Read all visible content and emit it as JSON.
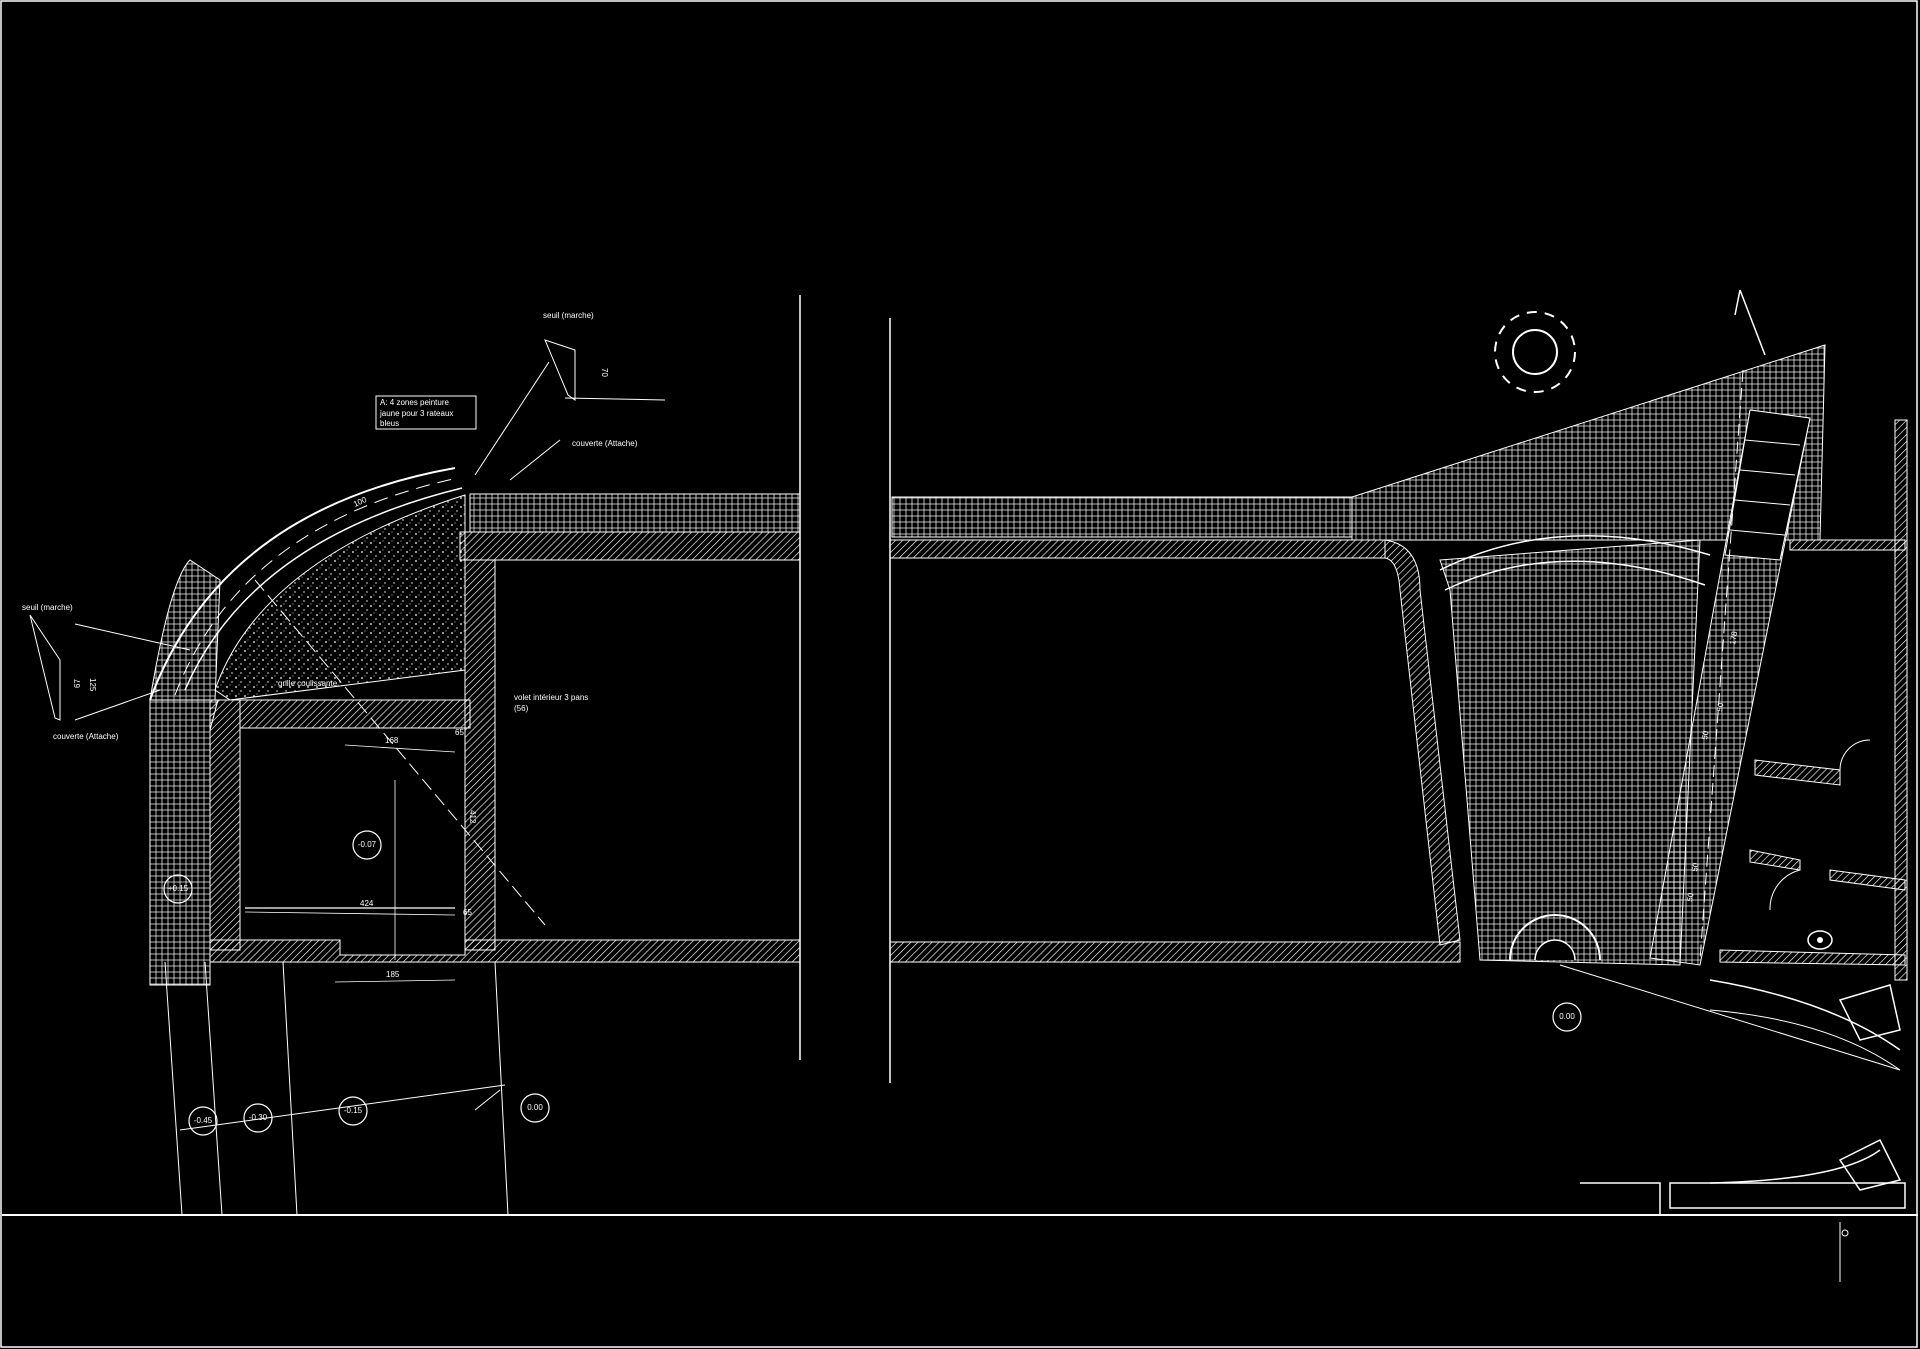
{
  "annotations": {
    "seuil_top": "seuil (marche)",
    "seuil_left": "seuil (marche)",
    "couverte_top": "couverte (Attache)",
    "couverte_left": "couverte (Attache)",
    "note_line1": "A: 4 zones peinture",
    "note_line2": "jaune  pour 3 rateaux",
    "note_line3": "bleus",
    "volet_line1": "volet intérieur 3 pans",
    "volet_line2": "(56)",
    "grille": "grille coulissante"
  },
  "levels": {
    "l_p015": "+0.15",
    "l_m007": "-0.07",
    "l_m045": "-0.45",
    "l_m030": "-0.30",
    "l_m015": "-0.15",
    "l_000a": "0.00",
    "l_000b": "0.00"
  },
  "dimensions": {
    "d168": "168",
    "d424": "424",
    "d185": "185",
    "d412": "412",
    "d65": "65",
    "d65b": "65",
    "d70": "70",
    "d67": "67",
    "d125": "125",
    "d100": "100",
    "d178": "178",
    "d50a": "50",
    "d50b": "50",
    "d50c": "50",
    "d50d": "50"
  },
  "colors": {
    "background": "#000000",
    "lines": "#ffffff"
  }
}
